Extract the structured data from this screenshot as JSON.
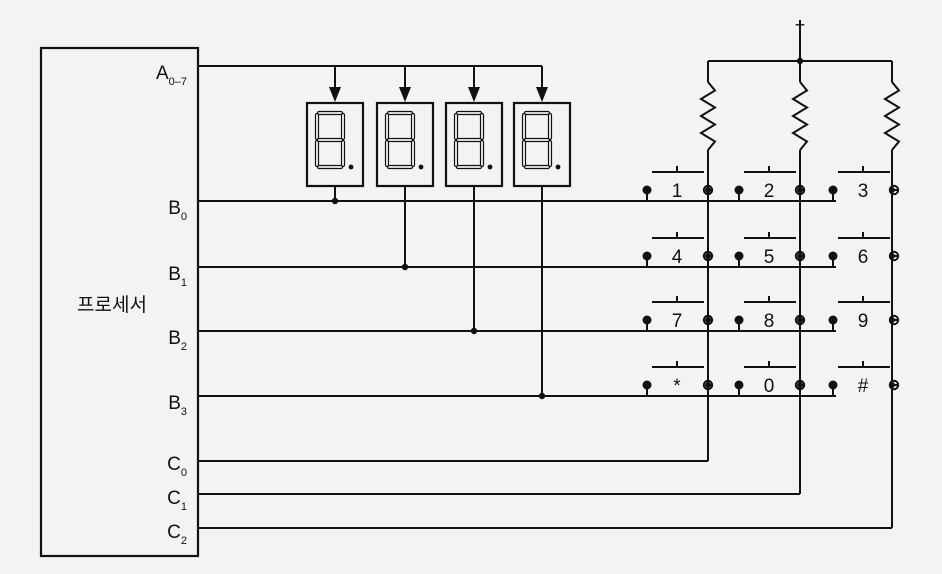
{
  "processor": {
    "label": "프로세서",
    "pins": [
      {
        "id": "A",
        "letter": "A",
        "sub": "0–7"
      },
      {
        "id": "B0",
        "letter": "B",
        "sub": "0"
      },
      {
        "id": "B1",
        "letter": "B",
        "sub": "1"
      },
      {
        "id": "B2",
        "letter": "B",
        "sub": "2"
      },
      {
        "id": "B3",
        "letter": "B",
        "sub": "3"
      },
      {
        "id": "C0",
        "letter": "C",
        "sub": "0"
      },
      {
        "id": "C1",
        "letter": "C",
        "sub": "1"
      },
      {
        "id": "C2",
        "letter": "C",
        "sub": "2"
      }
    ]
  },
  "displays": {
    "count": 4
  },
  "supply": {
    "label": "+"
  },
  "keypad": {
    "rows": [
      [
        "1",
        "2",
        "3"
      ],
      [
        "4",
        "5",
        "6"
      ],
      [
        "7",
        "8",
        "9"
      ],
      [
        "*",
        "0",
        "#"
      ]
    ]
  },
  "colors": {
    "line": "#111111",
    "segment": "#111111",
    "paper": "#f3f3f1"
  }
}
